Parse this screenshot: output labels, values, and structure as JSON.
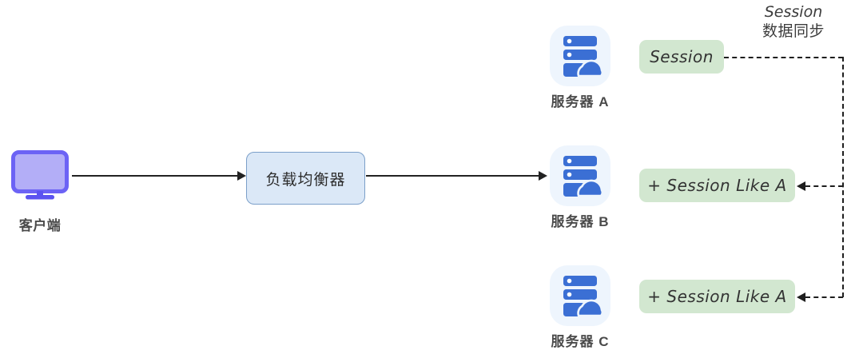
{
  "diagram": {
    "title": "Load balancer session synchronization diagram",
    "colors": {
      "client_accent": "#6c63f5",
      "client_fill": "#b3aef7",
      "server_accent": "#3b6fd4",
      "server_bg": "#eef5fd",
      "lb_fill": "#dbe8f7",
      "lb_border": "#7b9fc9",
      "session_fill": "#d2e7d0",
      "arrow": "#222222",
      "text": "#4a4a4a",
      "background": "#ffffff"
    }
  },
  "client": {
    "label": "客户端",
    "icon": "monitor-icon"
  },
  "load_balancer": {
    "label": "负载均衡器"
  },
  "servers": [
    {
      "label": "服务器 A",
      "icon": "server-cloud-icon",
      "session_label": "Session"
    },
    {
      "label": "服务器 B",
      "icon": "server-cloud-icon",
      "session_label": "+ Session Like A"
    },
    {
      "label": "服务器 C",
      "icon": "server-cloud-icon",
      "session_label": "+ Session Like A"
    }
  ],
  "sync": {
    "label_line1": "Session",
    "label_line2": "数据同步"
  }
}
